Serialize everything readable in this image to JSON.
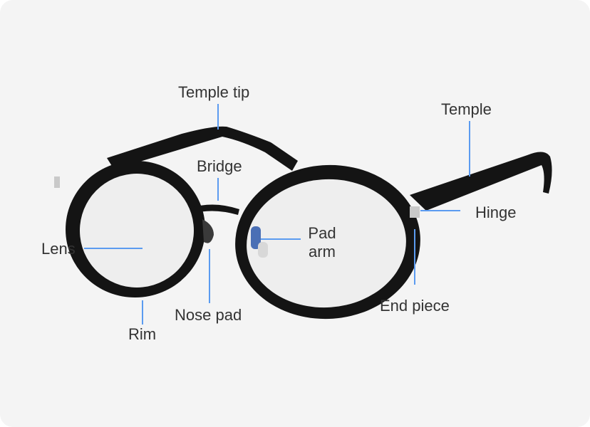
{
  "diagram": {
    "labels": {
      "temple_tip": "Temple tip",
      "temple": "Temple",
      "bridge": "Bridge",
      "hinge": "Hinge",
      "lens": "Lens",
      "pad_arm_line1": "Pad",
      "pad_arm_line2": "arm",
      "nose_pad": "Nose pad",
      "end_piece": "End piece",
      "rim": "Rim"
    },
    "colors": {
      "background": "#f4f4f4",
      "frame": "#141414",
      "lens_tint": "#ececec",
      "leader_line": "#5b9bf0",
      "label_text": "#333333"
    }
  }
}
